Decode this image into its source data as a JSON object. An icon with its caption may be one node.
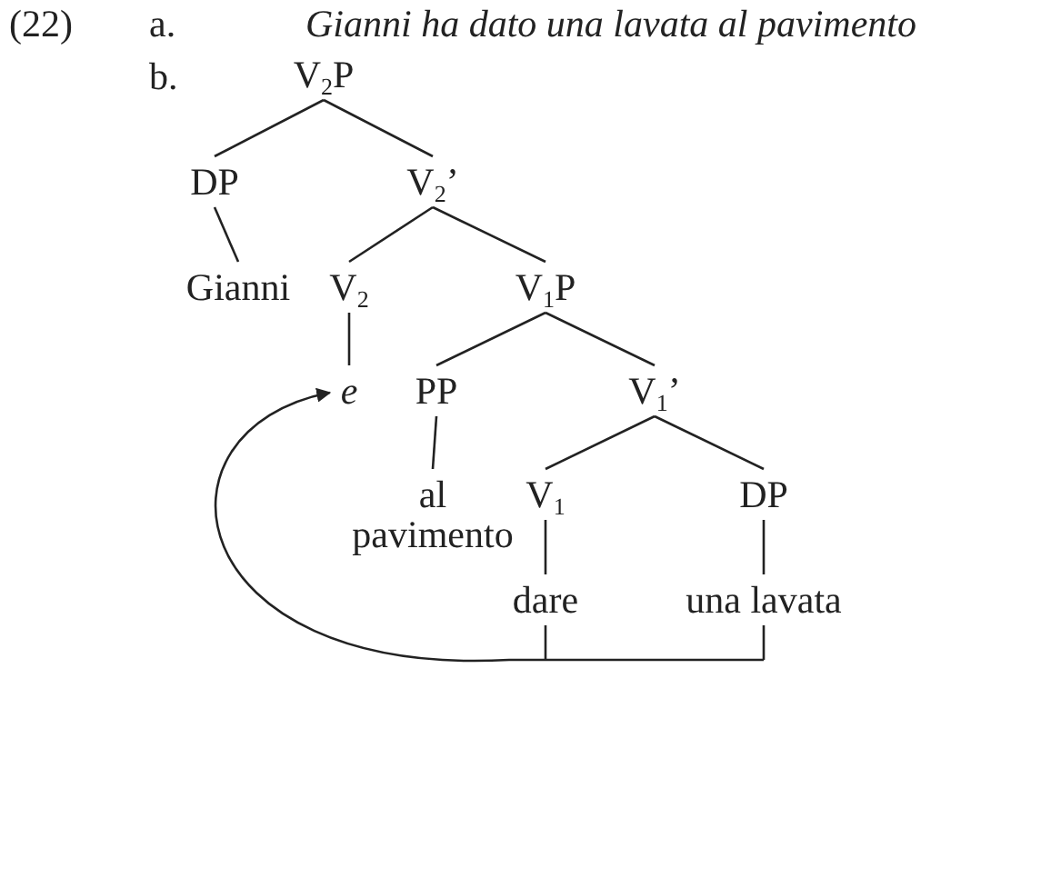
{
  "diagram": {
    "nodes": [
      {
        "text": [
          "V$_{2}$P"
        ]
      },
      {
        "text": [
          "DP"
        ]
      },
      {
        "text": [
          "V$_{2}$’"
        ]
      },
      {
        "text": [
          "Gianni"
        ]
      },
      {
        "text": [
          "V$_{2}$"
        ]
      },
      {
        "text": [
          "V$_{1}$P"
        ]
      },
      {
        "text": [
          "e"
        ]
      },
      {
        "text": [
          "PP"
        ]
      },
      {
        "text": [
          "V$_{1}$’"
        ]
      },
      {
        "text": [
          "al pavimento"
        ]
      },
      {
        "text": [
          "V$_{1}$"
        ]
      },
      {
        "text": [
          "DP"
        ]
      },
      {
        "text": [
          "dare"
        ]
      },
      {
        "text": [
          "una lavata"
        ]
      }
    ],
    "edges": [
      {
        "from": 0,
        "to": 1,
        "arrow": "none"
      },
      {
        "from": 0,
        "to": 2,
        "arrow": "none"
      },
      {
        "from": 1,
        "to": 3,
        "arrow": "none"
      },
      {
        "from": 2,
        "to": 4,
        "arrow": "none"
      },
      {
        "from": 2,
        "to": 5,
        "arrow": "none"
      },
      {
        "from": 4,
        "to": 6,
        "arrow": "none"
      },
      {
        "from": 5,
        "to": 7,
        "arrow": "none"
      },
      {
        "from": 5,
        "to": 8,
        "arrow": "none"
      },
      {
        "from": 7,
        "to": 9,
        "arrow": "none"
      },
      {
        "from": 8,
        "to": 10,
        "arrow": "none"
      },
      {
        "from": 8,
        "to": 11,
        "arrow": "none"
      },
      {
        "from": 10,
        "to": 12,
        "arrow": "none"
      },
      {
        "from": 11,
        "to": 13,
        "arrow": "none"
      },
      {
        "from": 12,
        "to": 6,
        "arrow": "to"
      },
      {
        "from": 13,
        "to": 6,
        "arrow": "to"
      }
    ],
    "labels": [
      "(22)",
      "a.",
      "Gianni ha dato una lavata al pavimento",
      "b."
    ]
  }
}
